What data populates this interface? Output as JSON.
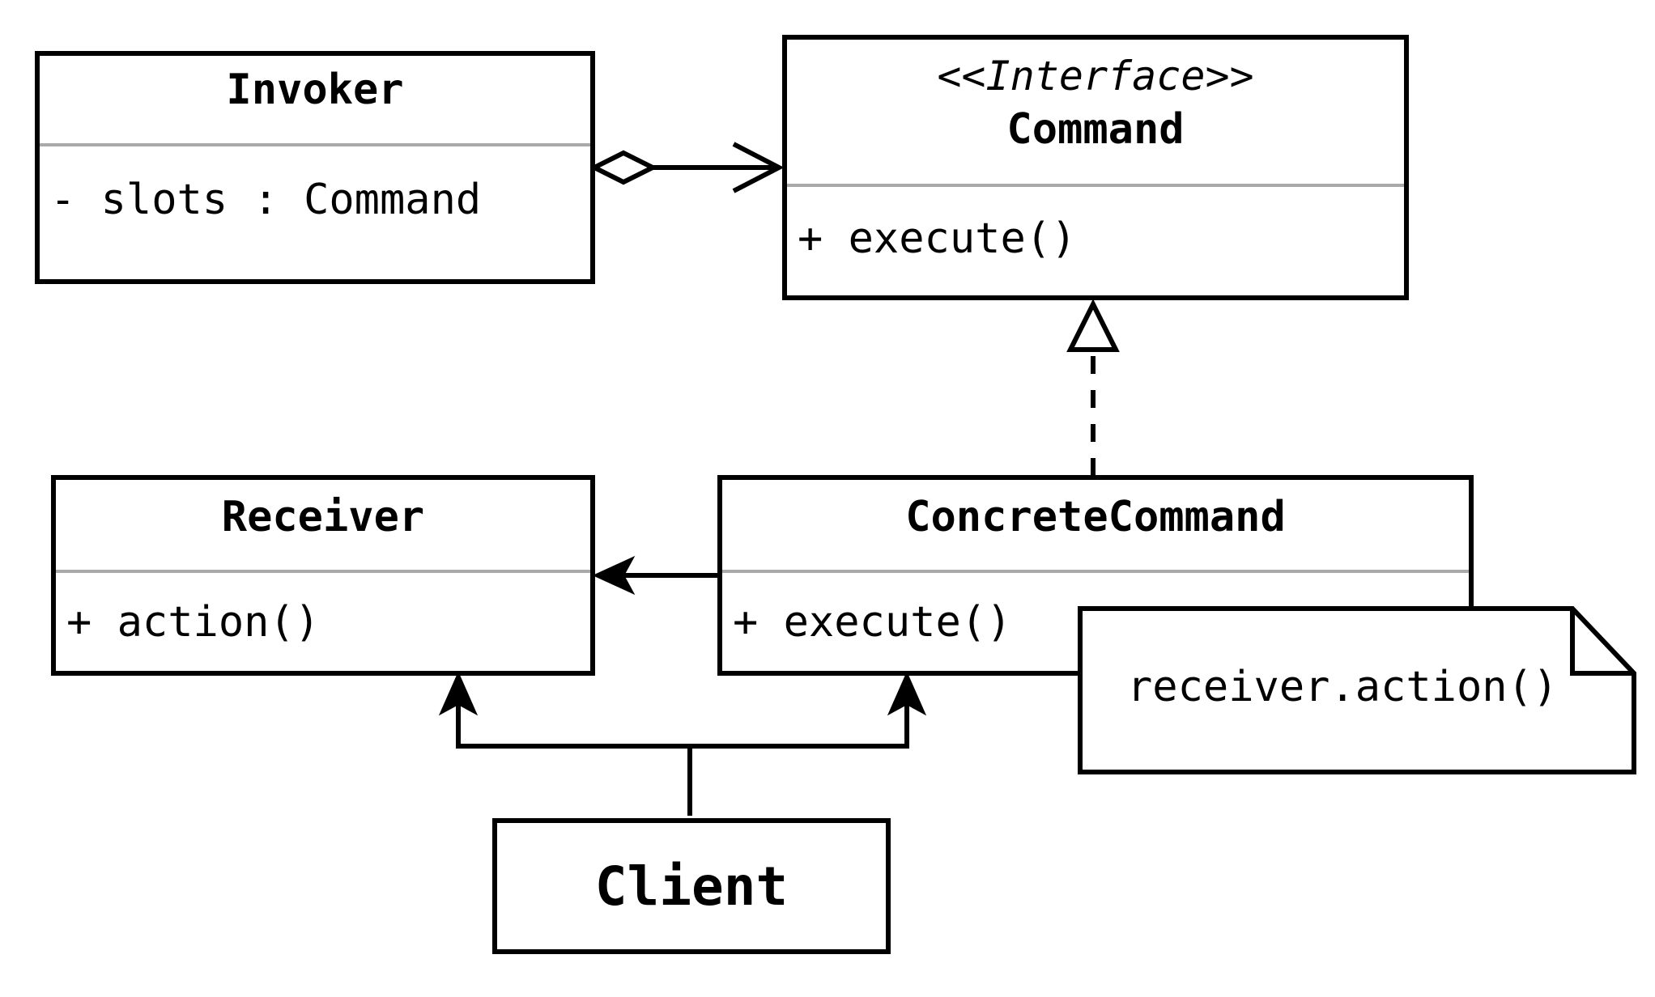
{
  "diagram": {
    "classes": {
      "invoker": {
        "name": "Invoker",
        "attributes": [
          "- slots : Command"
        ]
      },
      "command": {
        "stereotype": "<<Interface>>",
        "name": "Command",
        "operations": [
          "+ execute()"
        ]
      },
      "receiver": {
        "name": "Receiver",
        "operations": [
          "+ action()"
        ]
      },
      "concrete_command": {
        "name": "ConcreteCommand",
        "operations": [
          "+ execute()"
        ]
      },
      "client": {
        "name": "Client"
      }
    },
    "note": {
      "text": "receiver.action()"
    },
    "relations": [
      {
        "from": "Invoker",
        "to": "Command",
        "kind": "aggregation"
      },
      {
        "from": "ConcreteCommand",
        "to": "Command",
        "kind": "realization"
      },
      {
        "from": "ConcreteCommand",
        "to": "Receiver",
        "kind": "association"
      },
      {
        "from": "Client",
        "to": "Receiver",
        "kind": "association"
      },
      {
        "from": "Client",
        "to": "ConcreteCommand",
        "kind": "association"
      }
    ],
    "colors": {
      "stroke": "#000000",
      "separator": "#a9a9a9",
      "background": "#ffffff"
    }
  }
}
